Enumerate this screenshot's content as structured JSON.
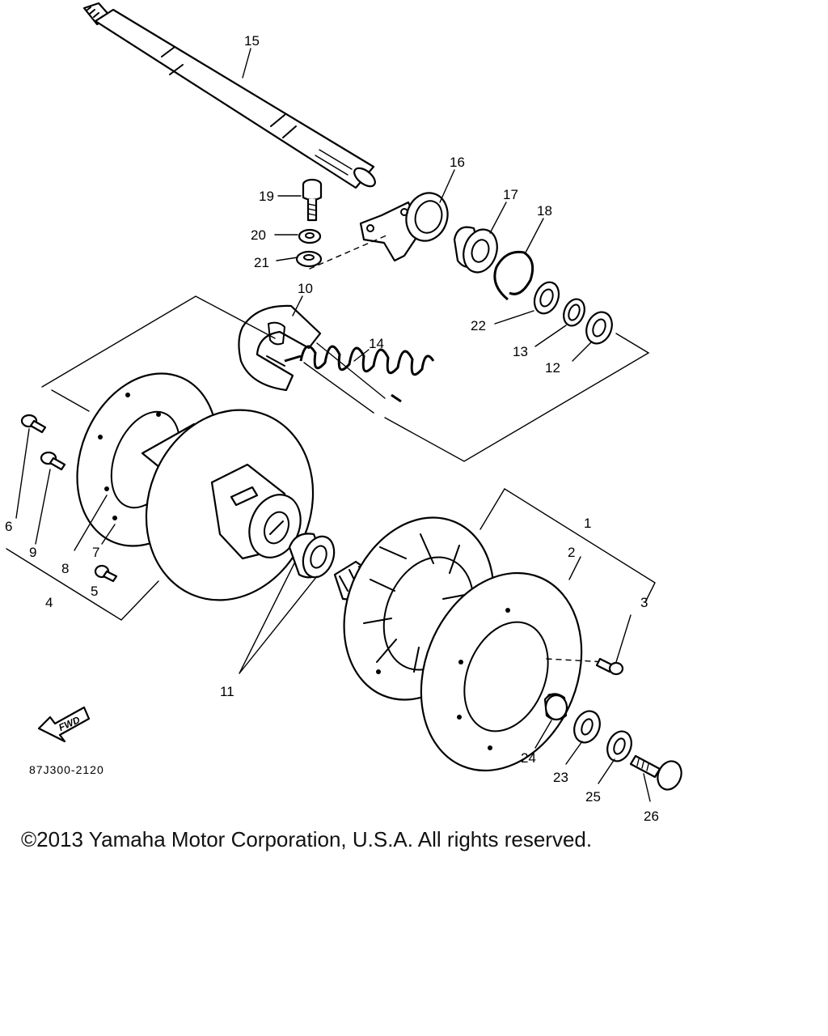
{
  "diagram": {
    "callouts": {
      "p1": "1",
      "p2": "2",
      "p3": "3",
      "p4": "4",
      "p5": "5",
      "p6": "6",
      "p7": "7",
      "p8": "8",
      "p9": "9",
      "p10": "10",
      "p11": "11",
      "p12": "12",
      "p13": "13",
      "p14": "14",
      "p15": "15",
      "p16": "16",
      "p17": "17",
      "p18": "18",
      "p19": "19",
      "p20": "20",
      "p21": "21",
      "p22": "22",
      "p23": "23",
      "p24": "24",
      "p25": "25",
      "p26": "26"
    },
    "fwd_label": "FWD",
    "drawing_code": "87J300-2120"
  },
  "footer": {
    "copyright": "©2013 Yamaha Motor Corporation, U.S.A. All rights reserved."
  }
}
